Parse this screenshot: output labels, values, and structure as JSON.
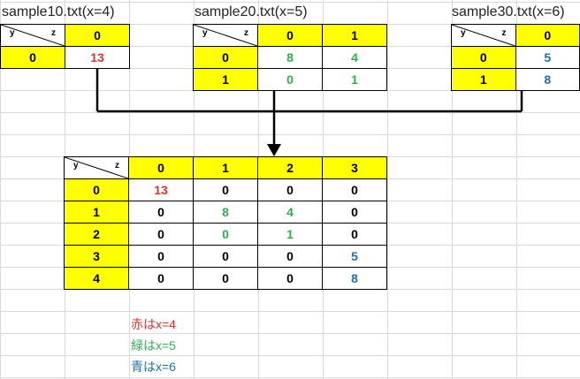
{
  "sheet": {
    "table10": {
      "title": "sample10.txt(x=4)",
      "corner_y": "y",
      "corner_z": "z",
      "col_headers": [
        "0"
      ],
      "rows": [
        {
          "label": "0",
          "cells": [
            "13"
          ]
        }
      ]
    },
    "table20": {
      "title": "sample20.txt(x=5)",
      "corner_y": "y",
      "corner_z": "z",
      "col_headers": [
        "0",
        "1"
      ],
      "rows": [
        {
          "label": "0",
          "cells": [
            "8",
            "4"
          ]
        },
        {
          "label": "1",
          "cells": [
            "0",
            "1"
          ]
        }
      ]
    },
    "table30": {
      "title": "sample30.txt(x=6)",
      "corner_y": "y",
      "corner_z": "z",
      "col_headers": [
        "0"
      ],
      "rows": [
        {
          "label": "0",
          "cells": [
            "5"
          ]
        },
        {
          "label": "1",
          "cells": [
            "8"
          ]
        }
      ]
    },
    "combined": {
      "corner_y": "y",
      "corner_z": "z",
      "col_headers": [
        "0",
        "1",
        "2",
        "3"
      ],
      "rows": [
        {
          "label": "0",
          "cells": [
            "13",
            "0",
            "0",
            "0"
          ]
        },
        {
          "label": "1",
          "cells": [
            "0",
            "8",
            "4",
            "0"
          ]
        },
        {
          "label": "2",
          "cells": [
            "0",
            "0",
            "1",
            "0"
          ]
        },
        {
          "label": "3",
          "cells": [
            "0",
            "0",
            "0",
            "5"
          ]
        },
        {
          "label": "4",
          "cells": [
            "0",
            "0",
            "0",
            "8"
          ]
        }
      ]
    },
    "legend": {
      "red": "赤はx=4",
      "green": "緑はx=5",
      "blue": "青はx=6"
    },
    "colors": {
      "header_fill": "#ffff00",
      "red": "#e03030",
      "green": "#2eb050",
      "blue": "#1f6fb0"
    }
  }
}
